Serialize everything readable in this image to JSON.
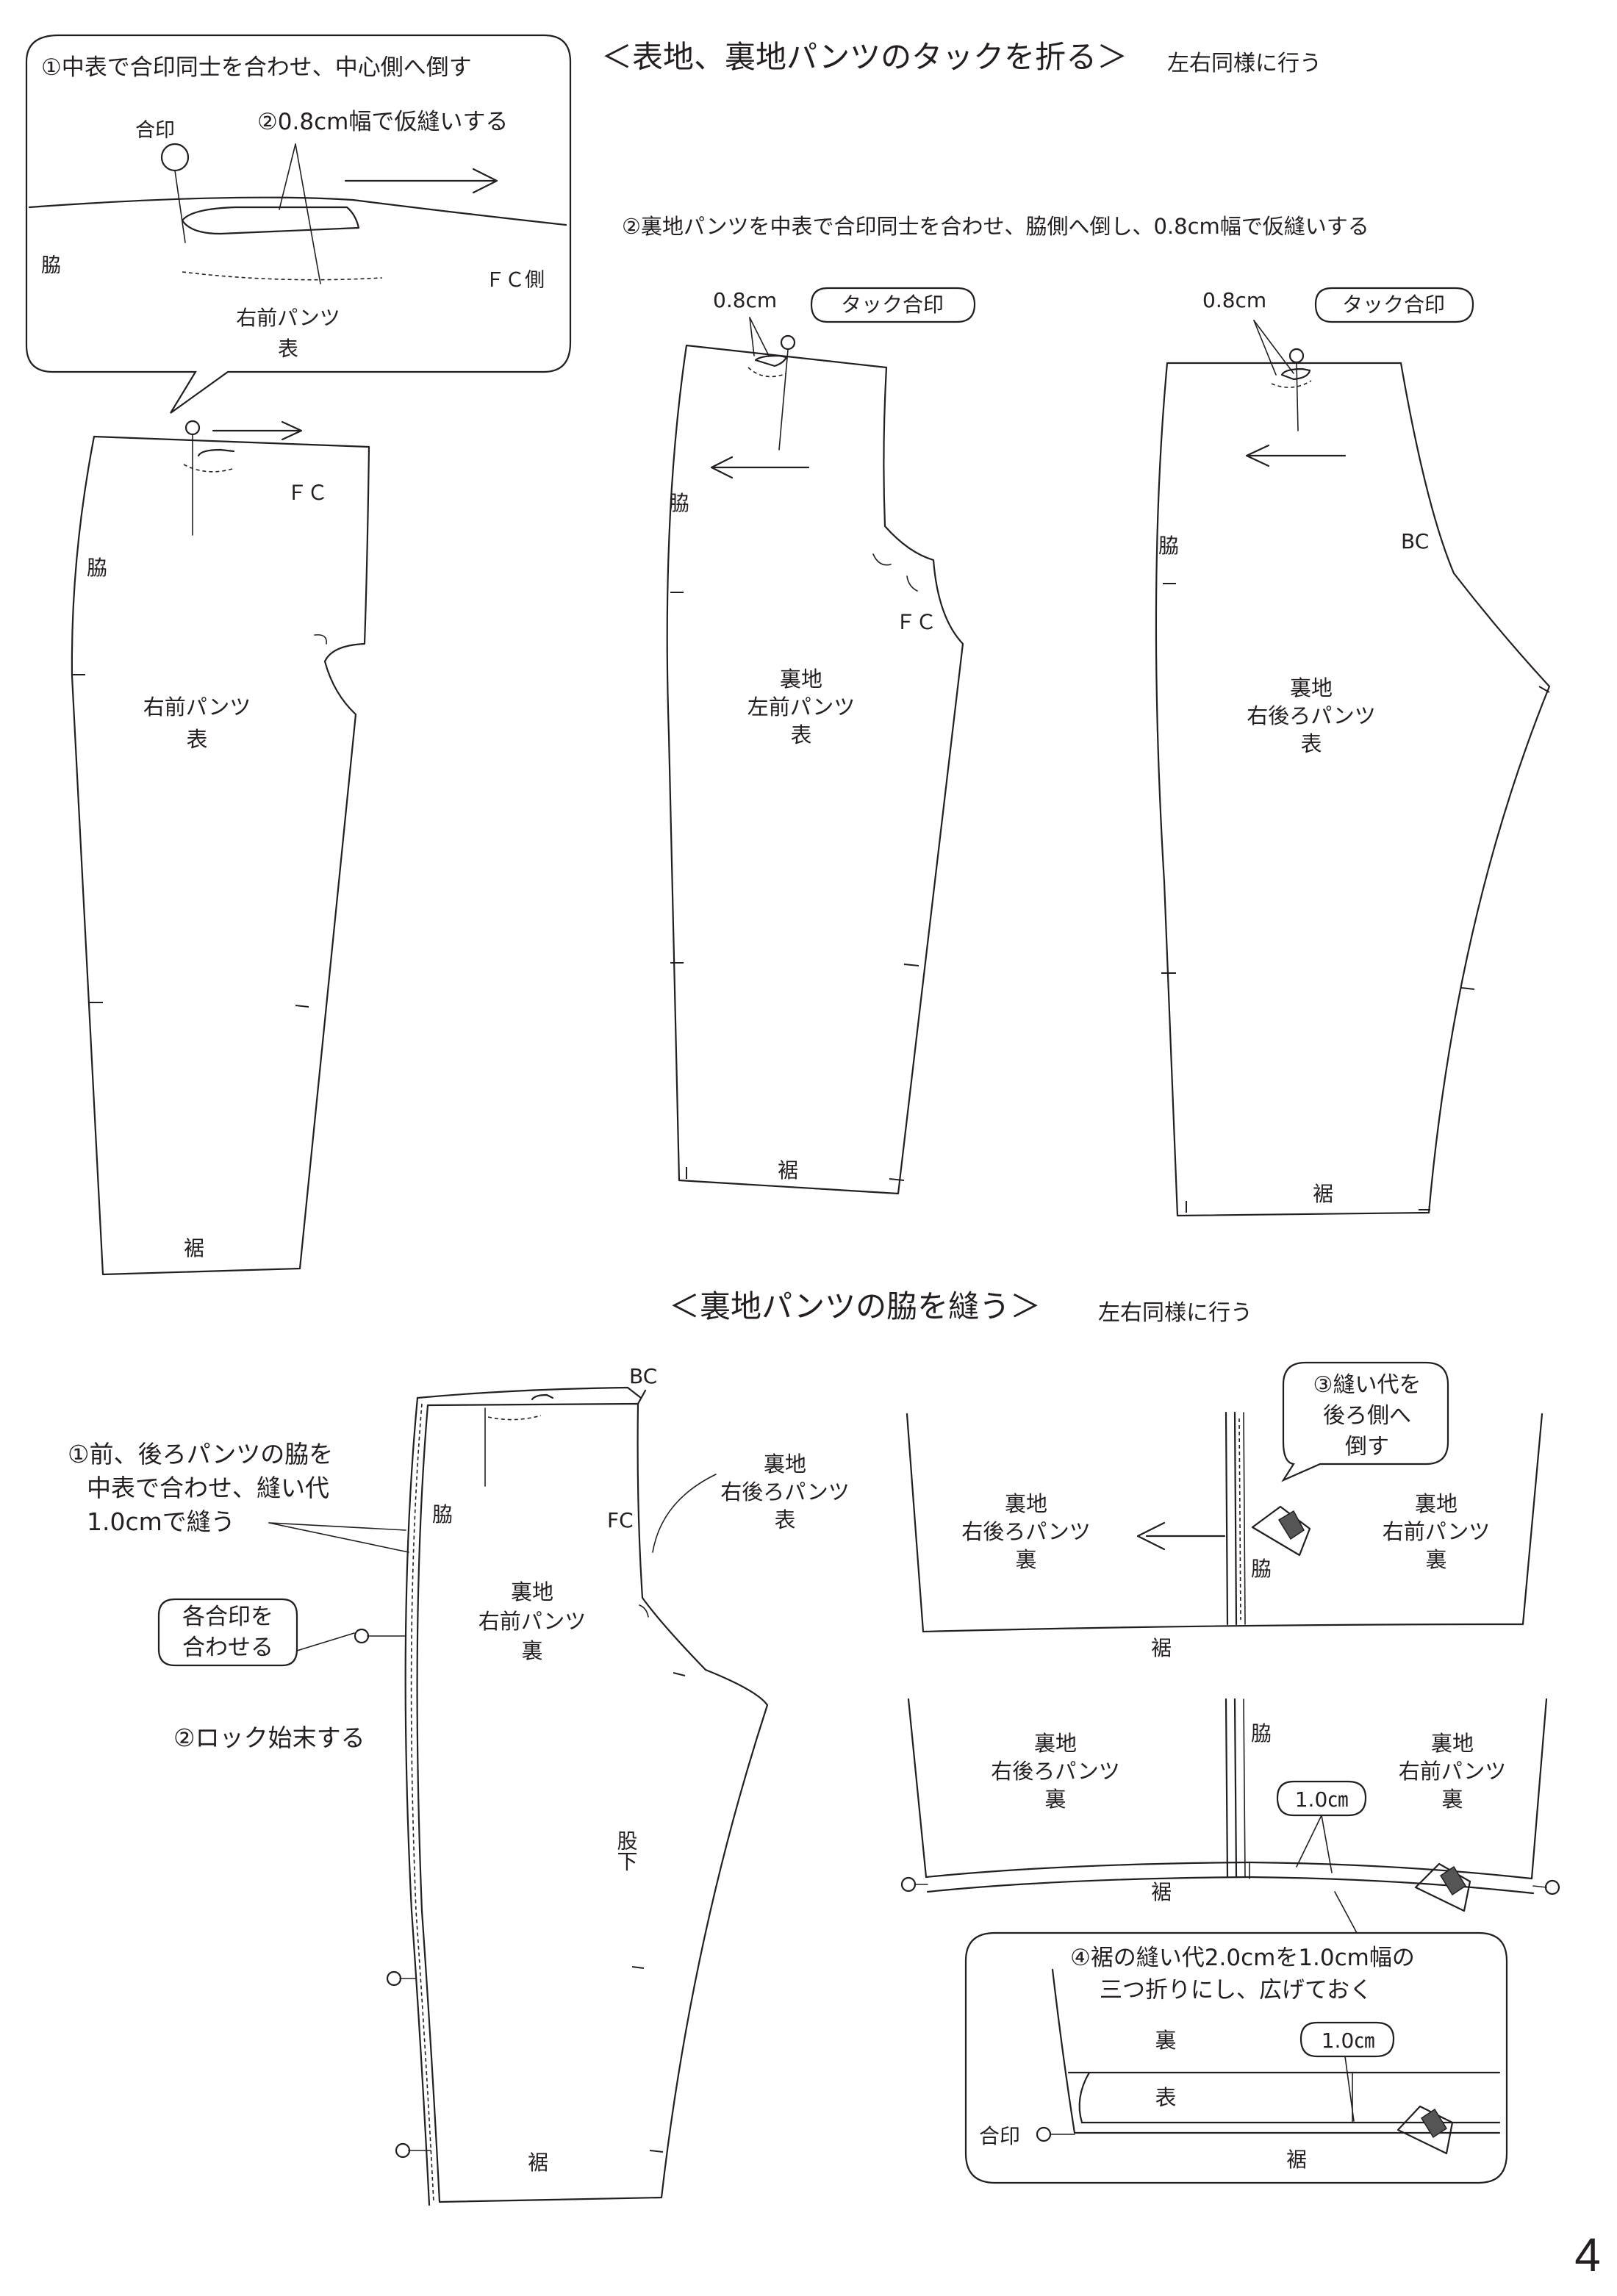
{
  "page_number": "4",
  "section1": {
    "title": "＜表地、裏地パンツのタックを折る＞",
    "subtitle": "左右同様に行う",
    "bubble": {
      "step1": "①中表で合印同士を合わせ、中心側へ倒す",
      "step2": "②0.8cm幅で仮縫いする",
      "aijirushi": "合印",
      "waki": "脇",
      "fc_side": "ＦＣ側",
      "piece_line1": "右前パンツ",
      "piece_line2": "表"
    },
    "piece_front_outer": {
      "fc": "ＦＣ",
      "waki": "脇",
      "line1": "右前パンツ",
      "line2": "表",
      "hem": "裾"
    },
    "step2_lining": "②裏地パンツを中表で合印同士を合わせ、脇側へ倒し、0.8cm幅で仮縫いする",
    "piece_lining_left_front": {
      "width": "0.8cm",
      "tuck": "タック合印",
      "waki": "脇",
      "fc": "ＦＣ",
      "line1": "裏地",
      "line2": "左前パンツ",
      "line3": "表",
      "hem": "裾"
    },
    "piece_lining_right_back": {
      "width": "0.8cm",
      "tuck": "タック合印",
      "waki": "脇",
      "bc": "BC",
      "line1": "裏地",
      "line2": "右後ろパンツ",
      "line3": "表",
      "hem": "裾"
    }
  },
  "section2": {
    "title": "＜裏地パンツの脇を縫う＞",
    "subtitle": "左右同様に行う",
    "step1_line1": "①前、後ろパンツの脇を",
    "step1_line2": "中表で合わせ、縫い代",
    "step1_line3": "1.0cmで縫う",
    "align_bubble_line1": "各合印を",
    "align_bubble_line2": "合わせる",
    "step2": "②ロック始末する",
    "piece": {
      "bc": "BC",
      "fc": "FC",
      "waki": "脇",
      "line1": "裏地",
      "line2": "右前パンツ",
      "line3": "裏",
      "crotch": "股下",
      "hem": "裾"
    },
    "back_label": {
      "line1": "裏地",
      "line2": "右後ろパンツ",
      "line3": "表"
    },
    "step3_bubble": {
      "line1": "③縫い代を",
      "line2": "後ろ側へ",
      "line3": "倒す"
    },
    "detail_top": {
      "left1": "裏地",
      "left2": "右後ろパンツ",
      "left3": "裏",
      "right1": "裏地",
      "right2": "右前パンツ",
      "right3": "裏",
      "waki": "脇",
      "hem": "裾"
    },
    "detail_bottom": {
      "left1": "裏地",
      "left2": "右後ろパンツ",
      "left3": "裏",
      "right1": "裏地",
      "right2": "右前パンツ",
      "right3": "裏",
      "waki": "脇",
      "hem": "裾",
      "width": "1.0㎝"
    },
    "step4": {
      "line1": "④裾の縫い代2.0cmを1.0cm幅の",
      "line2": "三つ折りにし、広げておく",
      "ura": "裏",
      "omote": "表",
      "width": "1.0㎝",
      "aijirushi": "合印",
      "hem": "裾"
    }
  }
}
